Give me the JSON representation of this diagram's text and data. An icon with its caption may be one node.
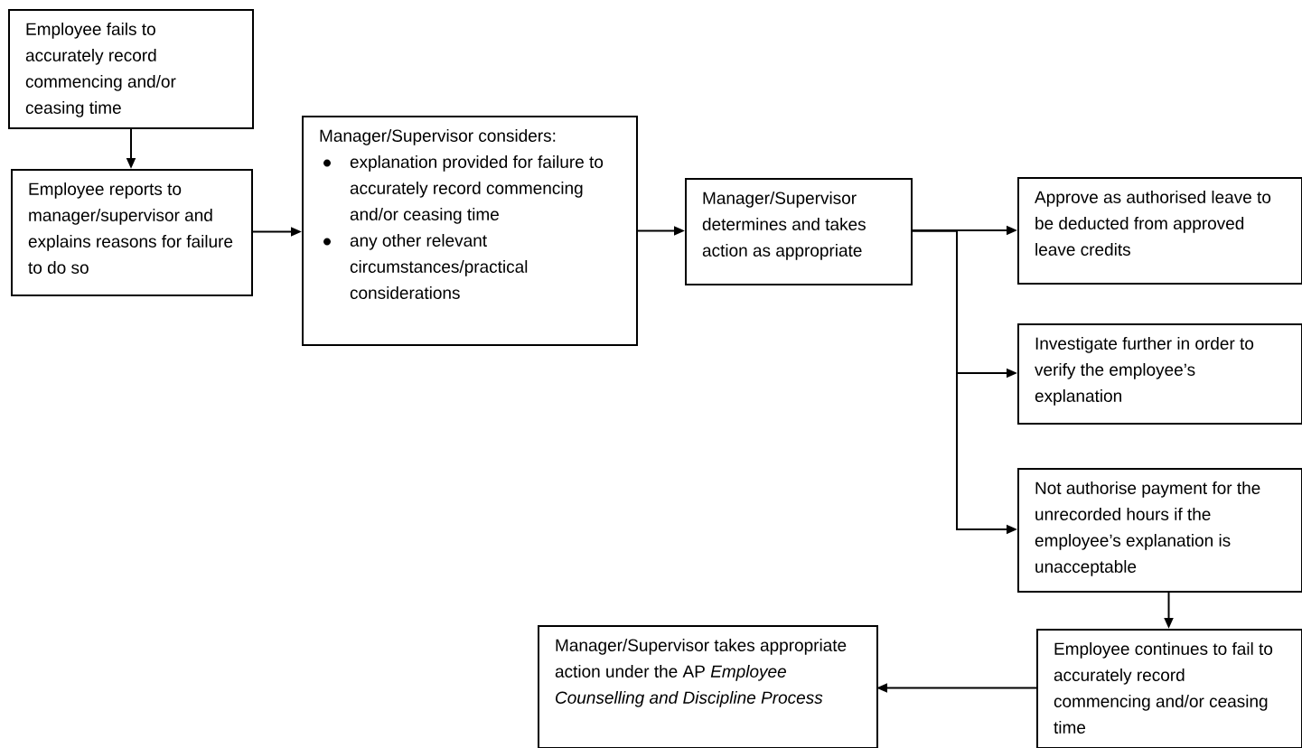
{
  "diagram": {
    "nodes": [
      {
        "text": [
          "Employee fails to accurately record commencing and/or ceasing time"
        ]
      },
      {
        "text": [
          "Employee reports to manager/supervisor and explains reasons for failure to do so"
        ]
      },
      {
        "text": [
          "Manager/Supervisor considers:",
          "explanation provided for failure to accurately record commencing and/or ceasing time",
          "any other relevant circumstances/practical considerations"
        ]
      },
      {
        "text": [
          "Manager/Supervisor determines and takes action as appropriate"
        ]
      },
      {
        "text": [
          "Approve as authorised leave to be deducted from approved leave credits"
        ]
      },
      {
        "text": [
          "Investigate further in order to verify the employee’s explanation"
        ]
      },
      {
        "text": [
          "Not authorise payment for the unrecorded hours if the employee’s explanation is unacceptable"
        ]
      },
      {
        "text": [
          "Employee continues to fail to accurately record commencing and/or ceasing time"
        ]
      },
      {
        "text": [
          "Manager/Supervisor takes appropriate action under the AP *Employee Counselling and Discipline Process*"
        ]
      }
    ],
    "edges": [
      {
        "from": 0,
        "to": 1,
        "arrow": "to"
      },
      {
        "from": 1,
        "to": 2,
        "arrow": "to"
      },
      {
        "from": 2,
        "to": 3,
        "arrow": "to"
      },
      {
        "from": 3,
        "to": 4,
        "arrow": "to"
      },
      {
        "from": 3,
        "to": 5,
        "arrow": "to"
      },
      {
        "from": 3,
        "to": 6,
        "arrow": "to"
      },
      {
        "from": 6,
        "to": 7,
        "arrow": "to"
      },
      {
        "from": 7,
        "to": 8,
        "arrow": "to"
      }
    ]
  }
}
